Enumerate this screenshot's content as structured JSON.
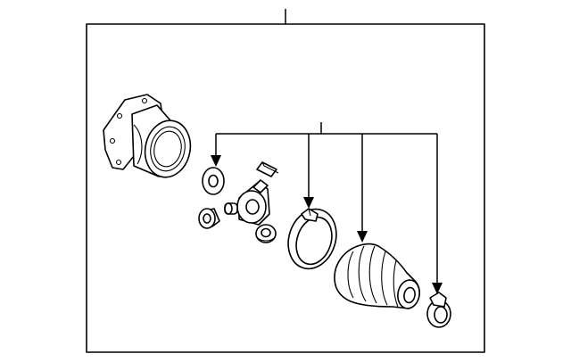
{
  "diagram": {
    "background": "#ffffff",
    "line_color": "#000000",
    "frame_label": "",
    "callout_label": "",
    "parts": [
      "housing",
      "snap-ring",
      "spider-assembly",
      "spacer",
      "bushing",
      "retaining-clip",
      "outer-boot-clamp",
      "boot",
      "inner-boot-clamp"
    ]
  }
}
